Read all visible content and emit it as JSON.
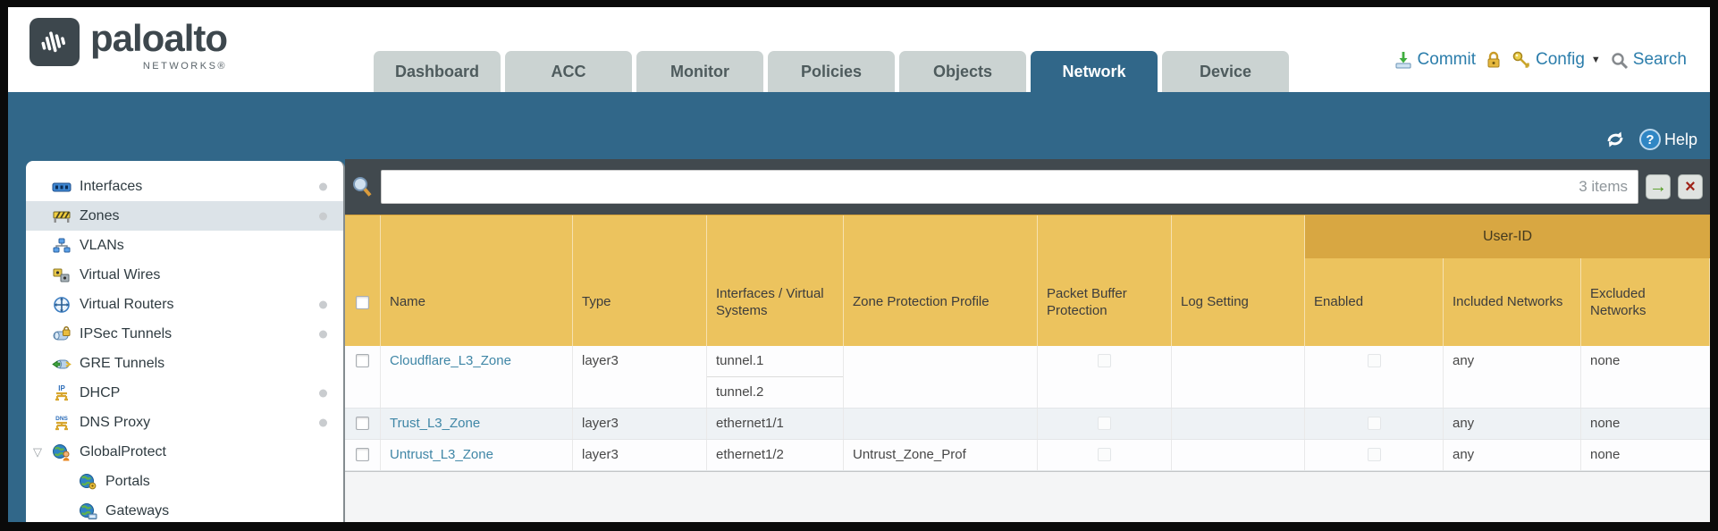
{
  "header": {
    "logo": {
      "brand": "paloalto",
      "sub": "NETWORKS®"
    },
    "tabs": [
      {
        "label": "Dashboard",
        "active": false
      },
      {
        "label": "ACC",
        "active": false
      },
      {
        "label": "Monitor",
        "active": false
      },
      {
        "label": "Policies",
        "active": false
      },
      {
        "label": "Objects",
        "active": false
      },
      {
        "label": "Network",
        "active": true
      },
      {
        "label": "Device",
        "active": false
      }
    ],
    "actions": {
      "commit_label": "Commit",
      "config_label": "Config",
      "search_label": "Search"
    }
  },
  "band": {
    "help_label": "Help"
  },
  "icons": {
    "caret_down": "▼",
    "expander_open": "▽",
    "help_glyph": "?",
    "filter_go": "→",
    "filter_clear": "×",
    "search-icon": "magnifier",
    "refresh-icon": "circular-arrows",
    "commit-icon": "arrow-into-tray",
    "lock-icon": "padlock",
    "config-icon": "key"
  },
  "sidebar": {
    "items": [
      {
        "label": "Interfaces",
        "icon": "interfaces-icon",
        "dot": true,
        "selected": false
      },
      {
        "label": "Zones",
        "icon": "zones-icon",
        "dot": true,
        "selected": true
      },
      {
        "label": "VLANs",
        "icon": "vlans-icon",
        "dot": false,
        "selected": false
      },
      {
        "label": "Virtual Wires",
        "icon": "virtual-wires-icon",
        "dot": false,
        "selected": false
      },
      {
        "label": "Virtual Routers",
        "icon": "virtual-routers-icon",
        "dot": true,
        "selected": false
      },
      {
        "label": "IPSec Tunnels",
        "icon": "ipsec-tunnels-icon",
        "dot": true,
        "selected": false
      },
      {
        "label": "GRE Tunnels",
        "icon": "gre-tunnels-icon",
        "dot": false,
        "selected": false
      },
      {
        "label": "DHCP",
        "icon": "dhcp-icon",
        "dot": true,
        "selected": false
      },
      {
        "label": "DNS Proxy",
        "icon": "dns-proxy-icon",
        "dot": true,
        "selected": false
      },
      {
        "label": "GlobalProtect",
        "icon": "globalprotect-icon",
        "dot": false,
        "selected": false,
        "expanded": true
      },
      {
        "label": "Portals",
        "icon": "portals-icon",
        "dot": false,
        "selected": false,
        "indent": 1
      },
      {
        "label": "Gateways",
        "icon": "gateways-icon",
        "dot": false,
        "selected": false,
        "indent": 1
      }
    ]
  },
  "toolbar": {
    "filter_value": "",
    "items_count": "3 items"
  },
  "table": {
    "group_header": "User-ID",
    "columns": [
      "Name",
      "Type",
      "Interfaces / Virtual Systems",
      "Zone Protection Profile",
      "Packet Buffer Protection",
      "Log Setting",
      "Enabled",
      "Included Networks",
      "Excluded Networks"
    ],
    "rows": [
      {
        "name": "Cloudflare_L3_Zone",
        "type": "layer3",
        "interfaces": [
          "tunnel.1",
          "tunnel.2"
        ],
        "zone_protection_profile": "",
        "packet_buffer_checked": false,
        "log_setting": "",
        "enabled_checked": false,
        "included_networks": "any",
        "excluded_networks": "none"
      },
      {
        "name": "Trust_L3_Zone",
        "type": "layer3",
        "interfaces": [
          "ethernet1/1"
        ],
        "zone_protection_profile": "",
        "packet_buffer_checked": false,
        "log_setting": "",
        "enabled_checked": false,
        "included_networks": "any",
        "excluded_networks": "none"
      },
      {
        "name": "Untrust_L3_Zone",
        "type": "layer3",
        "interfaces": [
          "ethernet1/2"
        ],
        "zone_protection_profile": "Untrust_Zone_Prof",
        "packet_buffer_checked": false,
        "log_setting": "",
        "enabled_checked": false,
        "included_networks": "any",
        "excluded_networks": "none"
      }
    ]
  },
  "colors": {
    "teal_band": "#316789",
    "amber_header": "#ecc35e",
    "userid_band": "#d8a742",
    "toolbar_slate": "#41494e",
    "link_blue": "#3f86a6",
    "action_blue": "#2b7dab",
    "alt_row": "#eef2f5"
  }
}
